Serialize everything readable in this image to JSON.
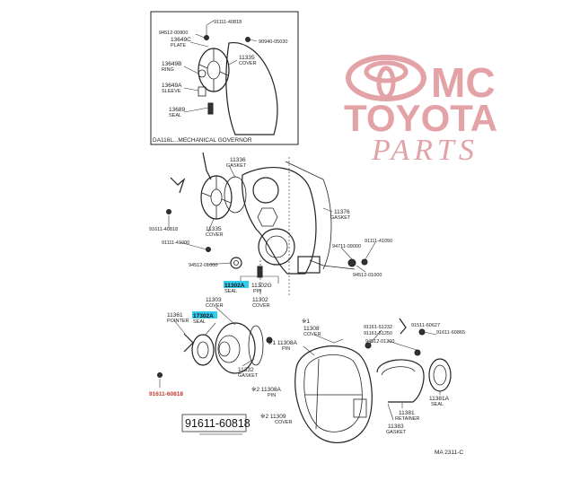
{
  "brand": {
    "line1": "MC",
    "line2": "TOYOTA",
    "line3": "PARTS",
    "color": "#e3a2a5"
  },
  "inset": {
    "caption": "DA116L...MECHANICAL GOVERNOR",
    "labels": {
      "l1": "91111-40818",
      "l2": "94512-00800",
      "l3": "13649C",
      "l3b": "PLATE",
      "l4": "90940-05030",
      "l5": "11335",
      "l5b": "COVER",
      "l6": "13649B",
      "l6b": "RING",
      "l7": "13649A",
      "l7b": "SLEEVE",
      "l8": "13689",
      "l8b": "SEAL"
    }
  },
  "labels": {
    "gasket_11336": "11336",
    "gasket_11336b": "GASKET",
    "bolt_91611": "91611-40818",
    "cover_11335": "11335",
    "cover_11335b": "COVER",
    "bolt_91111": "91111-41000",
    "gasket_11376": "11376",
    "gasket_11376b": "GASKET",
    "bolt_94711": "94711-09000",
    "bolt_91111b": "91111-41050",
    "washer_94512": "94512-01000",
    "plug_94512b": "94512-01000",
    "seal_11302A": "11302A",
    "seal_11302Ab": "SEAL",
    "pin_11302G": "11302G",
    "pin_11302Gb": "PIN",
    "cover_11302": "11302",
    "cover_11302b": "COVER",
    "cover_11303": "11303",
    "cover_11303b": "COVER",
    "pointer_11361": "11361",
    "pointer_11361b": "POINTER",
    "seal_17302A": "17302A",
    "seal_17302Ab": "SEAL",
    "gasket_11332": "11332",
    "gasket_11332b": "GASKET",
    "bolt_91611b": "91611-60818",
    "star1_11308": "※1",
    "cover_11308": "11308",
    "cover_11308b": "COVER",
    "star1_11308A": "※1 11308A",
    "pin_11308A": "PIN",
    "star2_11308A": "※2 11308A",
    "pin_11308Ab": "PIN",
    "star2_11309": "※2 11309",
    "cover_11309": "COVER",
    "bolt_91161a": "91161-51232",
    "bolt_91161b": "91161-51250",
    "bolt_94512c": "94512-01200",
    "bolt_91511": "91511-60627",
    "bolt_91611c": "91611-60865",
    "seal_11381A": "11381A",
    "seal_11381Ab": "SEAL",
    "retainer_11381": "11381",
    "retainer_11381b": "RETAINER",
    "gasket_11383": "11383",
    "gasket_11383b": "GASKET",
    "diagram_code": "MA 2311-C"
  },
  "part_number_box": "91611-60818",
  "highlight_color": "#33ccee"
}
